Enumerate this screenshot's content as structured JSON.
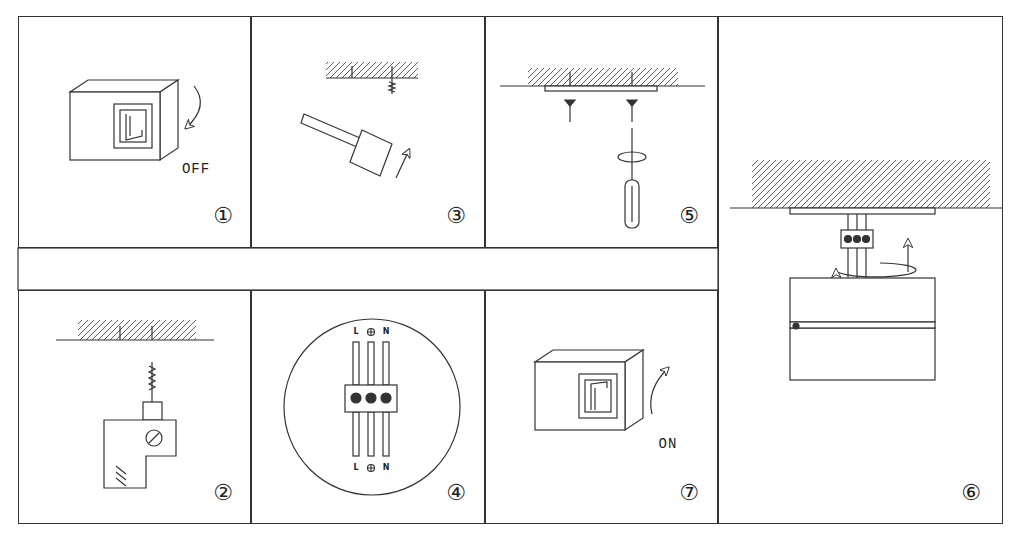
{
  "diagram": {
    "nodes": [
      {
        "text": [
          "OFF",
          "①"
        ]
      },
      {
        "text": [
          "③"
        ]
      },
      {
        "text": [
          "⑤"
        ]
      },
      {
        "text": [
          "⑥"
        ]
      },
      {
        "text": [
          "②"
        ]
      },
      {
        "text": [
          "④"
        ]
      },
      {
        "text": [
          "ON",
          "⑦"
        ]
      }
    ],
    "labels": [
      "L",
      "N",
      "L",
      "N"
    ]
  }
}
